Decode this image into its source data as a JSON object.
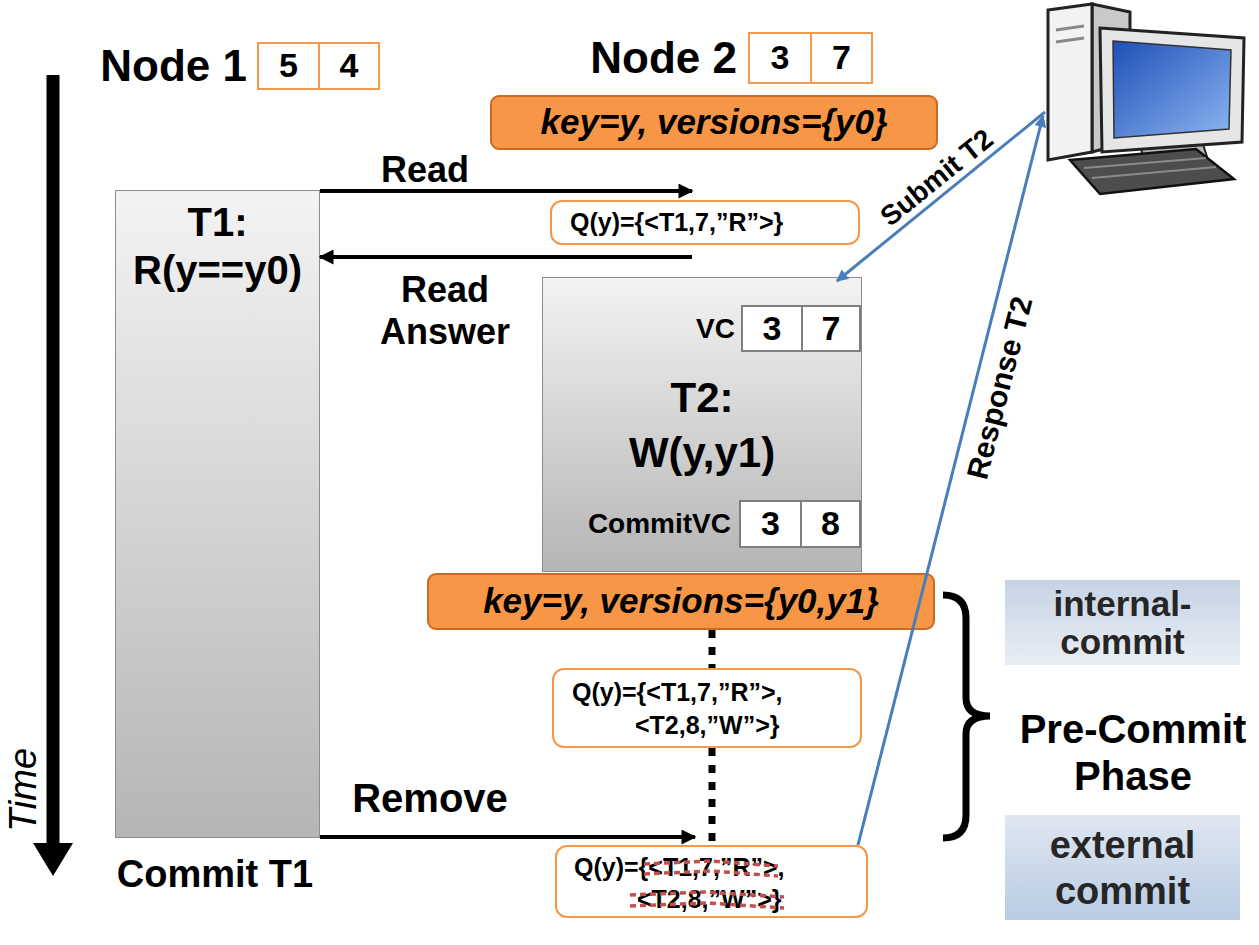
{
  "diagram": {
    "nodes": [
      {
        "text": [
          "Node 1"
        ]
      },
      {
        "text": [
          "5"
        ],
        "in": 0
      },
      {
        "text": [
          "4"
        ],
        "in": 0
      },
      {
        "text": [
          "Node 2"
        ]
      },
      {
        "text": [
          "3"
        ],
        "in": 3
      },
      {
        "text": [
          "7"
        ],
        "in": 3
      },
      {
        "text": [
          "key=y, versions={y0}"
        ]
      },
      {
        "text": [
          "T1: R(y==y0)"
        ]
      },
      {
        "text": [
          "Q(y)={<T1,7,”R”>}"
        ]
      },
      {
        "text": [
          "T2: W(y,y1)"
        ]
      },
      {
        "text": [
          "VC"
        ],
        "in": 9
      },
      {
        "text": [
          "3"
        ],
        "in": 10
      },
      {
        "text": [
          "7"
        ],
        "in": 10
      },
      {
        "text": [
          "CommitVC"
        ],
        "in": 9
      },
      {
        "text": [
          "3"
        ],
        "in": 13
      },
      {
        "text": [
          "8"
        ],
        "in": 13
      },
      {
        "text": [
          "key=y, versions={y0,y1}"
        ]
      },
      {
        "text": [
          "Q(y)={<T1,7,”R”>, <T2,8,”W”>}"
        ]
      },
      {
        "text": [
          "Q(y)={<T1,7,”R”>, <T2,8,”W”>}"
        ]
      },
      {
        "text": [
          "internal-commit"
        ]
      },
      {
        "text": [
          "external commit"
        ]
      }
    ],
    "edges": [
      {
        "from": 7,
        "to": 8,
        "arrow": "to",
        "label": "Read"
      },
      {
        "from": 8,
        "to": 7,
        "arrow": "to",
        "label": "Read Answer"
      },
      {
        "from": 7,
        "to": 18,
        "arrow": "to",
        "label": "Remove"
      },
      {
        "from": 16,
        "to": 17,
        "arrow": "none"
      },
      {
        "from": 17,
        "to": 18,
        "arrow": "none"
      }
    ],
    "labels": [
      "Submit T2",
      "Response T2",
      "Pre-Commit Phase",
      "Time",
      "Commit T1"
    ]
  }
}
